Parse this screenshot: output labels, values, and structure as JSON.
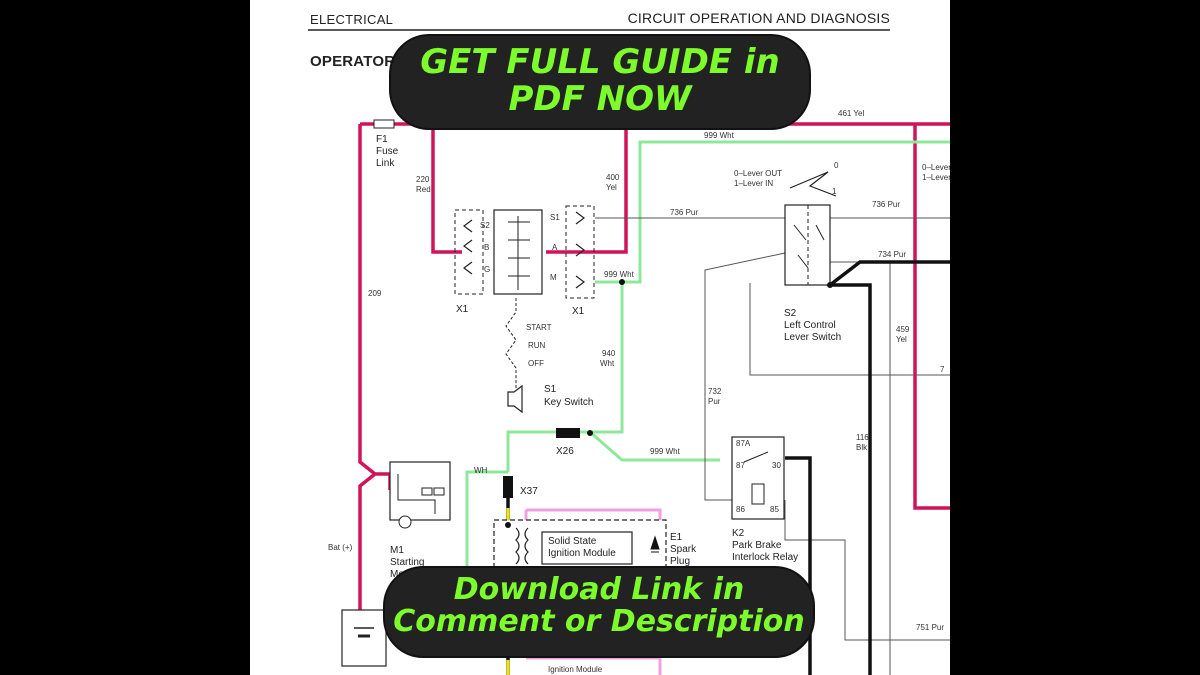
{
  "header": {
    "left": "ELECTRICAL",
    "right": "CIRCUIT OPERATION AND DIAGNOSIS",
    "section": "OPERATOR"
  },
  "banners": {
    "top_line1": "GET FULL GUIDE in",
    "top_line2": "PDF NOW",
    "bottom_line1": "Download Link in",
    "bottom_line2": "Comment or Description"
  },
  "labels": {
    "f1_id": "F1",
    "f1_name1": "Fuse",
    "f1_name2": "Link",
    "w220_a": "220",
    "w220_b": "Red",
    "w400_a": "400",
    "w400_b": "Yel",
    "w209": "209",
    "w461": "461 Yel",
    "w999_top": "999 Wht",
    "w736_left": "736 Pur",
    "w736_right": "736 Pur",
    "w734": "734 Pur",
    "w999_mid": "999 Wht",
    "w940_a": "940",
    "w940_b": "Wht",
    "w999_low": "999 Wht",
    "w732_a": "732",
    "w732_b": "Pur",
    "w459_a": "459",
    "w459_b": "Yel",
    "w116_a": "116",
    "w116_b": "Blk",
    "w751": "751 Pur",
    "wh": "WH",
    "bat": "Bat (+)",
    "x1_left": "X1",
    "x1_right": "X1",
    "pin_s2": "S2",
    "pin_b": "B",
    "pin_g": "G",
    "pin_s1": "S1",
    "pin_a": "A",
    "pin_m": "M",
    "start": "START",
    "run": "RUN",
    "off": "OFF",
    "s1_id": "S1",
    "s1_name": "Key Switch",
    "x26": "X26",
    "x37": "X37",
    "lever_out": "0–Lever OUT",
    "lever_in": "1–Lever IN",
    "lever_0": "0",
    "lever_1": "1",
    "lever_r1": "0–Lever",
    "lever_r2": "1–Lever",
    "s2_id": "S2",
    "s2_name1": "Left Control",
    "s2_name2": "Lever Switch",
    "m1_id": "M1",
    "m1_name1": "Starting",
    "m1_name2": "Motor",
    "ssim1": "Solid State",
    "ssim2": "Ignition Module",
    "e1_id": "E1",
    "e1_name1": "Spark",
    "e1_name2": "Plug",
    "k2_id": "K2",
    "k2_name1": "Park Brake",
    "k2_name2": "Interlock Relay",
    "k2_87a": "87A",
    "k2_87": "87",
    "k2_30": "30",
    "k2_86": "86",
    "k2_85": "85",
    "w7": "7",
    "ignition_module_small": "Ignition Module"
  },
  "colors": {
    "red_wire": "#d0145a",
    "green_wire": "#8fe89a",
    "yellow_wire": "#f2e600",
    "pink_wire": "#f0a0e0",
    "black_wire": "#111111",
    "banner_bg": "#222222",
    "banner_text": "#7CFC2A"
  }
}
